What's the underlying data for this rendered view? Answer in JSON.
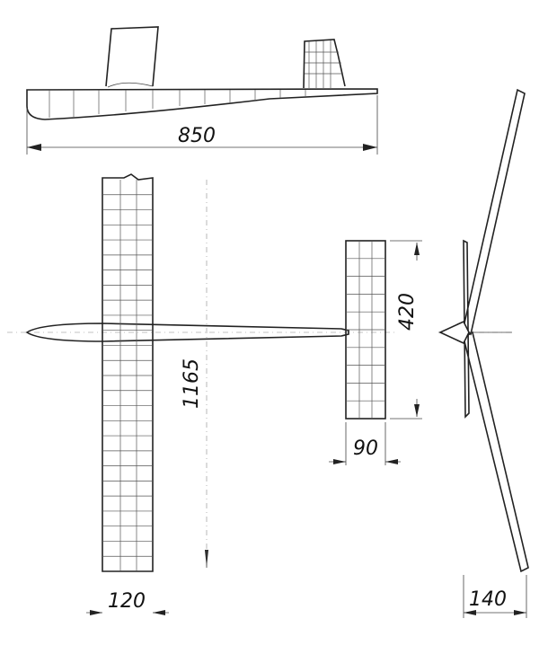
{
  "dimensions": {
    "fuselage_length": "850",
    "wingspan": "1165",
    "wing_chord": "120",
    "stab_span": "420",
    "stab_chord": "90",
    "dihedral_height": "140"
  }
}
